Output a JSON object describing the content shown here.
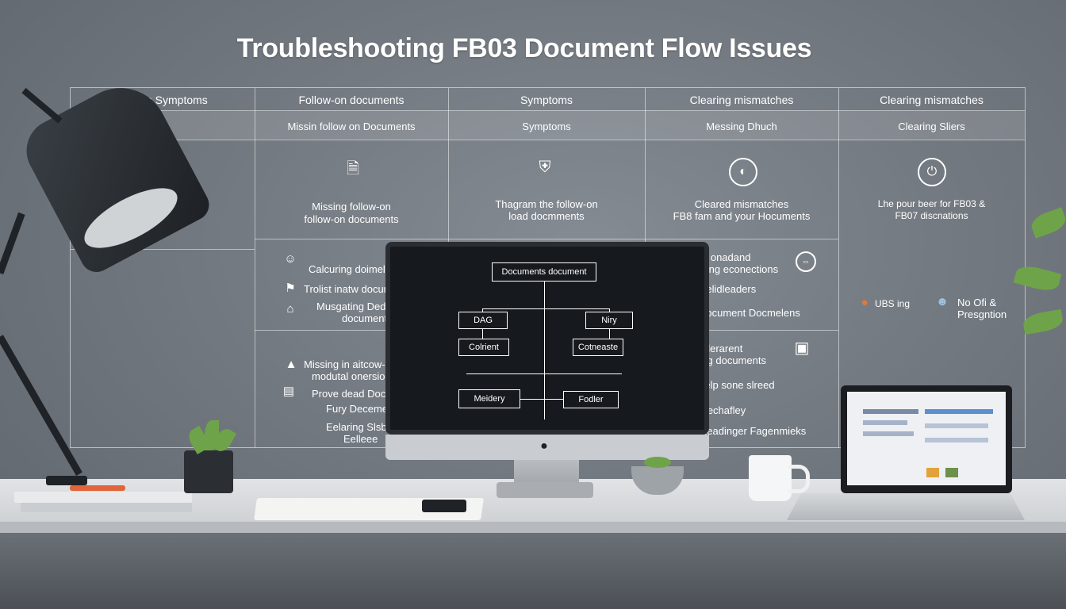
{
  "title": "Troubleshooting FB03 Document Flow Issues",
  "headers": [
    "Design Symptoms",
    "Follow-on documents",
    "Symptoms",
    "Clearing mismatches",
    "Clearing mismatches"
  ],
  "subheaders": [
    "Missin follow on Documents",
    "Symptoms",
    "Messing Dhuch",
    "Clearing Sliers"
  ],
  "col1_text": [
    "Missing follow-on",
    "follow-on documents"
  ],
  "col2_text": [
    "Thagram the follow-on",
    "load docmments"
  ],
  "col3_text": [
    "Cleared mismatches",
    "FB8 fam and your Hocuments"
  ],
  "col4_text": [
    "Lhe pour beer for FB03 &",
    "FB07 discnations"
  ],
  "left_list": [
    "Calcuring doimelens",
    "Trolist inatw documents",
    "Musgating Dediumes on",
    "documents"
  ],
  "left_list2": [
    "Missing in aitcow-on",
    "modutal onersions",
    "Prove dead Document",
    "Fury Decements",
    "Eelaring Slsbure",
    "Eelleee"
  ],
  "right_list": [
    "Resal onadand",
    "(esacing econections",
    "Delidleaders",
    "Document Docmelens"
  ],
  "right_list2": [
    "Resjolerarent",
    "Colling documents",
    "Help sone slreed",
    "Mechafley",
    "Cleadinger Fagenmieks"
  ],
  "far_right": [
    "UBS ing",
    "No Ofi &",
    "Presgntion"
  ],
  "flow": {
    "top": "Documents document",
    "left1": "DAG",
    "right1": "Niry",
    "left2": "Colrient",
    "right2": "Cotneaste",
    "left3": "Meidery",
    "right3": "Fodler"
  },
  "icons": [
    "document-icon",
    "security-doc-icon",
    "half-moon-icon",
    "power-icon"
  ]
}
